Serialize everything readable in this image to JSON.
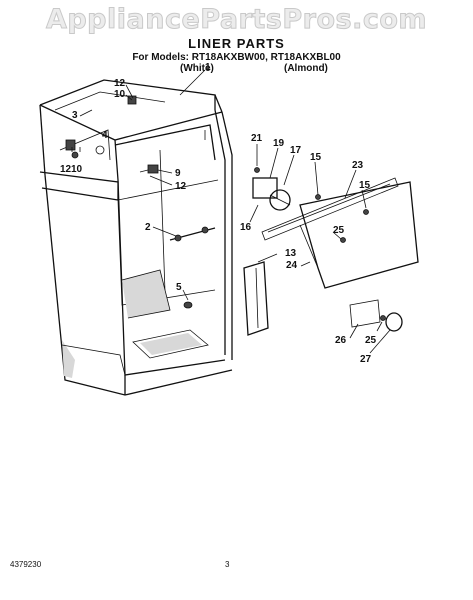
{
  "watermark": "AppliancePartsPros.com",
  "header": {
    "title": "LINER PARTS",
    "models": "For Models: RT18AKXBW00, RT18AKXBL00",
    "variant_white": "(White)",
    "variant_almond": "(Almond)"
  },
  "callouts": [
    "1",
    "12",
    "10",
    "3",
    "4",
    "12",
    "10",
    "9",
    "12",
    "2",
    "5",
    "21",
    "19",
    "17",
    "15",
    "23",
    "15",
    "16",
    "25",
    "13",
    "24",
    "26",
    "25",
    "27"
  ],
  "footer": {
    "doc_number": "4379230",
    "page_number": "3"
  }
}
